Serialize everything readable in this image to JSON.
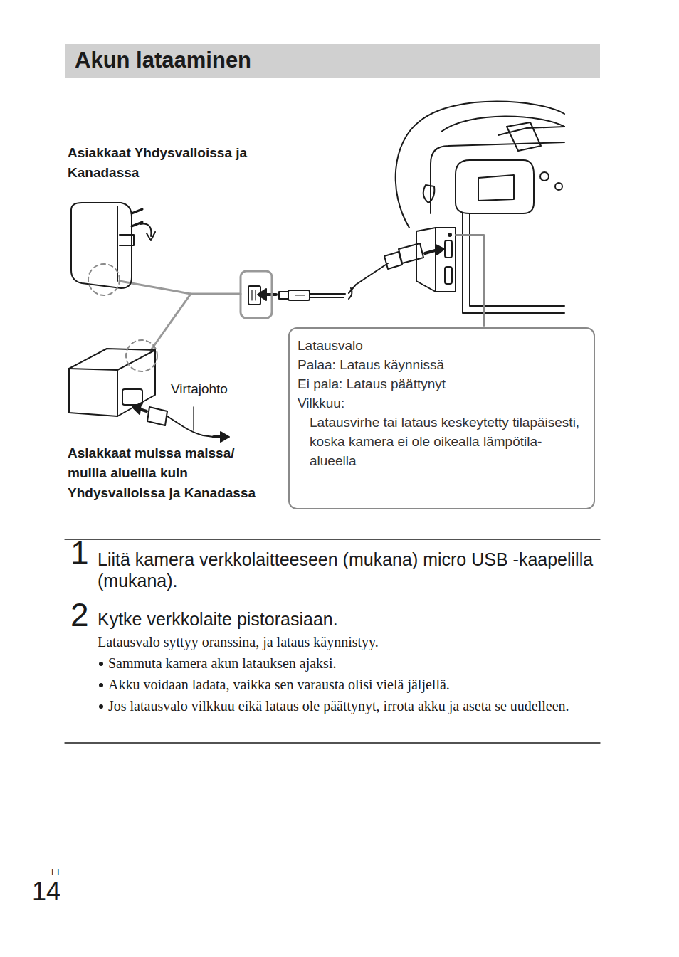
{
  "diagram": {
    "title": "Akun lataaminen",
    "nodes": [
      {
        "text": [
          "Latausvalo",
          "Palaa: Lataus käynnissä",
          "Ei pala: Lataus päättynyt",
          "Vilkkuu:",
          "Latausvirhe tai lataus keskeytetty tilapäisesti, koska kamera ei ole oikealla lämpötila-alueella"
        ]
      }
    ],
    "labels": [
      "Asiakkaat Yhdysvalloissa ja Kanadassa",
      "Virtajohto",
      "Asiakkaat muissa maissa/ muilla alueilla kuin Yhdysvalloissa ja Kanadassa",
      "1",
      "Liitä kamera verkkolaitteeseen (mukana) micro USB -kaapelilla (mukana).",
      "2",
      "Kytke verkkolaite pistorasiaan.",
      "Latausvalo syttyy oranssina, ja lataus käynnistyy.",
      "Sammuta kamera akun latauksen ajaksi.",
      "Akku voidaan ladata, vaikka sen varausta olisi vielä jäljellä.",
      "Jos latausvalo vilkkuu eikä lataus ole päättynyt, irrota akku ja aseta se uudelleen.",
      "FI",
      "14"
    ]
  }
}
